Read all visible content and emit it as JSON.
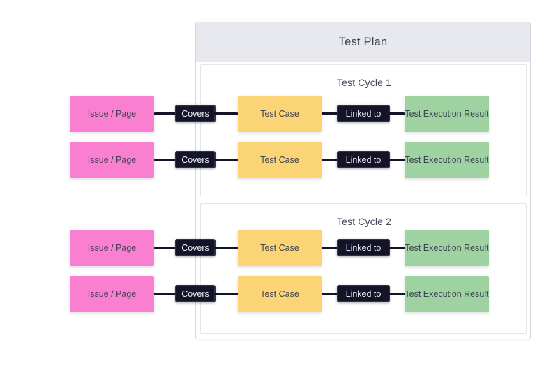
{
  "diagram": {
    "type": "entity-relationship-flow",
    "panel": {
      "title": "Test Plan",
      "header_color": "#e8e9ef",
      "background_color": "#ffffff"
    },
    "node_colors": {
      "issue": "#fb7fd0",
      "test_case": "#fbd475",
      "test_execution_result": "#9ed2a0",
      "badge_background": "#141428",
      "badge_text": "#edeef4",
      "connector": "#141428",
      "text": "#3f4256"
    },
    "cycles": [
      {
        "title": "Test Cycle 1",
        "rows": [
          {
            "source_label": "Issue / Page",
            "relation_1": "Covers",
            "middle_label": "Test Case",
            "relation_2": "Linked to",
            "target_label": "Test Execution Result"
          },
          {
            "source_label": "Issue / Page",
            "relation_1": "Covers",
            "middle_label": "Test Case",
            "relation_2": "Linked to",
            "target_label": "Test Execution Result"
          }
        ]
      },
      {
        "title": "Test Cycle 2",
        "rows": [
          {
            "source_label": "Issue / Page",
            "relation_1": "Covers",
            "middle_label": "Test Case",
            "relation_2": "Linked to",
            "target_label": "Test Execution Result"
          },
          {
            "source_label": "Issue / Page",
            "relation_1": "Covers",
            "middle_label": "Test Case",
            "relation_2": "Linked to",
            "target_label": "Test Execution Result"
          }
        ]
      }
    ]
  }
}
